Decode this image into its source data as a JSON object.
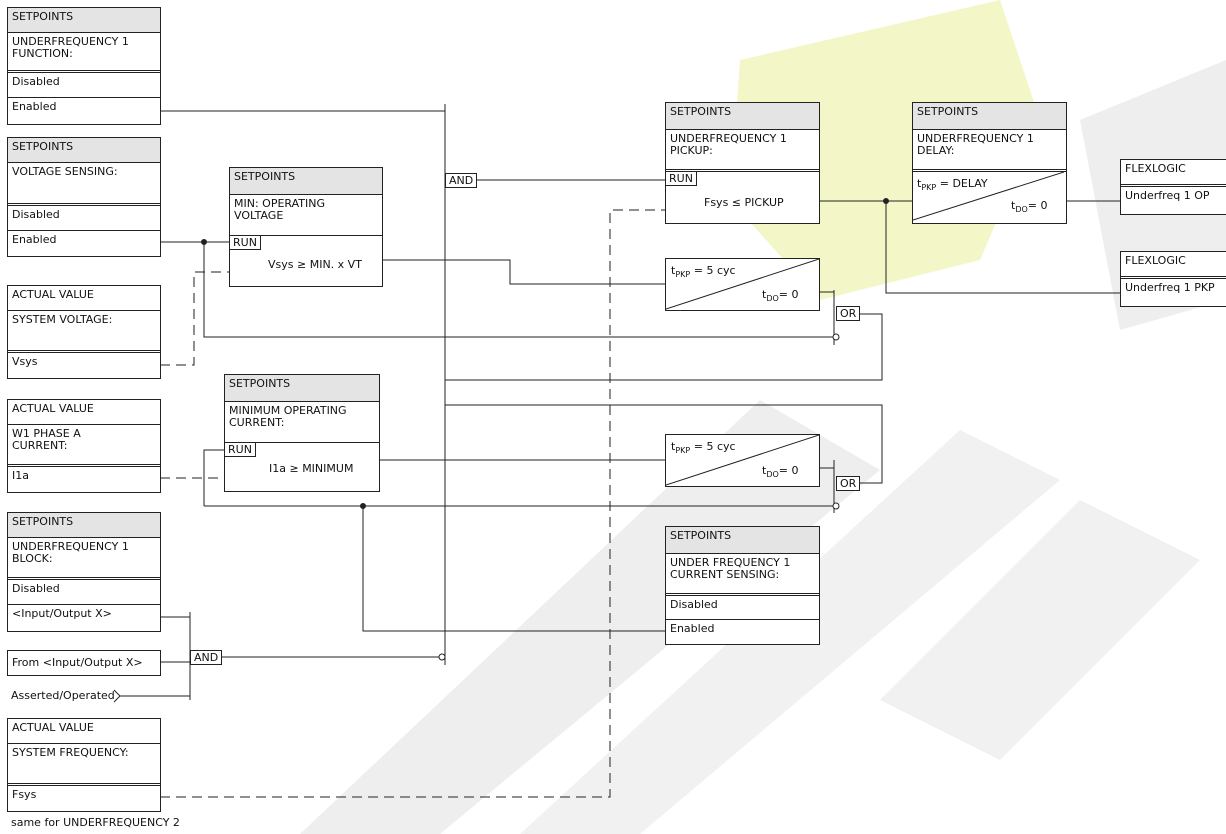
{
  "watermark": {
    "colors": {
      "yellow": "#f3f7c7",
      "grey": "#eeeeee"
    }
  },
  "left_boxes": {
    "uf1_function": {
      "header": "SETPOINTS",
      "title": "UNDERFREQUENCY  1\nFUNCTION:",
      "opt1": "Disabled",
      "opt2": "Enabled"
    },
    "voltage_sensing": {
      "header": "SETPOINTS",
      "title": "VOLTAGE SENSING:",
      "opt1": "Disabled",
      "opt2": "Enabled"
    },
    "system_voltage": {
      "header": "ACTUAL VALUE",
      "title": "SYSTEM VOLTAGE:",
      "value": "Vsys"
    },
    "w1_phase_a": {
      "header": "ACTUAL VALUE",
      "title": "W1  PHASE  A\nCURRENT:",
      "value": "I1a"
    },
    "uf1_block": {
      "header": "SETPOINTS",
      "title": "UNDERFREQUENCY  1\nBLOCK:",
      "opt1": "Disabled",
      "opt2": "<Input/Output  X>"
    },
    "from_io": {
      "label": "From  <Input/Output  X>"
    },
    "asserted": {
      "label": "Asserted/Operated"
    },
    "system_frequency": {
      "header": "ACTUAL VALUE",
      "title": "SYSTEM  FREQUENCY:",
      "value": "Fsys"
    }
  },
  "mid_boxes": {
    "min_voltage": {
      "header": "SETPOINTS",
      "title": "MIN:  OPERATING\n        VOLTAGE",
      "run": "RUN",
      "condition": "Vsys  ≥  MIN.  x  VT"
    },
    "min_current": {
      "header": "SETPOINTS",
      "title": "MINIMUM  OPERATING\nCURRENT:",
      "run": "RUN",
      "condition": "I1a  ≥  MINIMUM"
    }
  },
  "right_boxes": {
    "uf1_pickup": {
      "header": "SETPOINTS",
      "title": "UNDERFREQUENCY  1\nPICKUP:",
      "run": "RUN",
      "condition": "Fsys  ≤  PICKUP"
    },
    "uf1_delay": {
      "header": "SETPOINTS",
      "title": "UNDERFREQUENCY  1\nDELAY:",
      "tpkp": "t",
      "tpkp_sub": "PKP",
      "tpkp_val": "=  DELAY",
      "tdo": "t",
      "tdo_sub": "DO",
      "tdo_val": "=  0"
    },
    "current_sensing": {
      "header": "SETPOINTS",
      "title": "UNDER  FREQUENCY  1\nCURRENT  SENSING:",
      "opt1": "Disabled",
      "opt2": "Enabled"
    },
    "flexlogic_op": {
      "header": "FLEXLOGIC",
      "value": "Underfreq  1  OP"
    },
    "flexlogic_pkp": {
      "header": "FLEXLOGIC",
      "value": "Underfreq  1  PKP"
    }
  },
  "timers": {
    "timer1": {
      "tpkp": "t",
      "tpkp_sub": "PKP",
      "tpkp_val": "=  5  cyc",
      "tdo": "t",
      "tdo_sub": "DO",
      "tdo_val": "=  0"
    },
    "timer2": {
      "tpkp": "t",
      "tpkp_sub": "PKP",
      "tpkp_val": "=  5  cyc",
      "tdo": "t",
      "tdo_sub": "DO",
      "tdo_val": "=  0"
    }
  },
  "gates": {
    "and_top": "AND",
    "and_bottom": "AND",
    "or_top": "OR",
    "or_bottom": "OR"
  },
  "footer": {
    "note": "same  for  UNDERFREQUENCY  2"
  }
}
